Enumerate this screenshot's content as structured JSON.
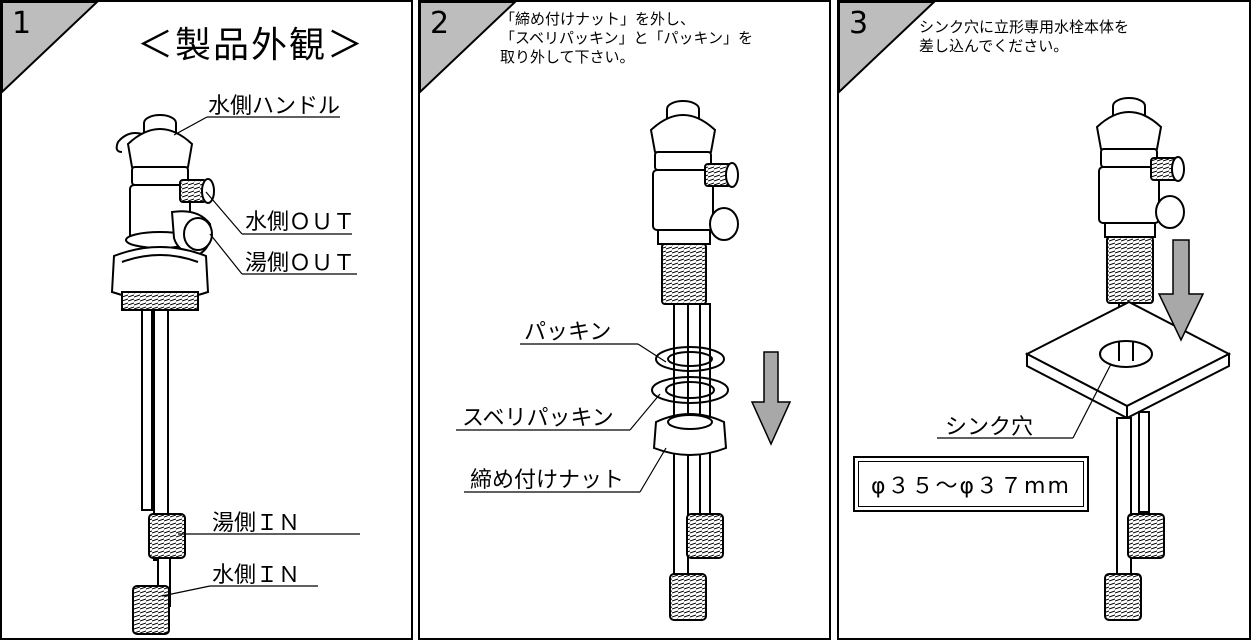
{
  "panels": [
    {
      "number": "1",
      "title": "＜製品外観＞",
      "labels": {
        "water_handle": "水側ハンドル",
        "water_out": "水側ＯＵＴ",
        "hot_out": "湯側ＯＵＴ",
        "hot_in": "湯側ＩＮ",
        "water_in": "水側ＩＮ"
      }
    },
    {
      "number": "2",
      "instruction": "「締め付けナット」を外し、\n「スベリパッキン」と「パッキン」を\n取り外して下さい。",
      "labels": {
        "packing": "パッキン",
        "slip_packing": "スベリパッキン",
        "tightening_nut": "締め付けナット"
      }
    },
    {
      "number": "3",
      "instruction": "シンク穴に立形専用水栓本体を\n差し込んでください。",
      "labels": {
        "sink_hole": "シンク穴",
        "hole_size": "φ３５～φ３７mm"
      }
    }
  ],
  "colors": {
    "badge_fill": "#bdbdbd",
    "arrow_fill": "#a8a8a8",
    "hatch_fill": "#d6d6d6"
  }
}
